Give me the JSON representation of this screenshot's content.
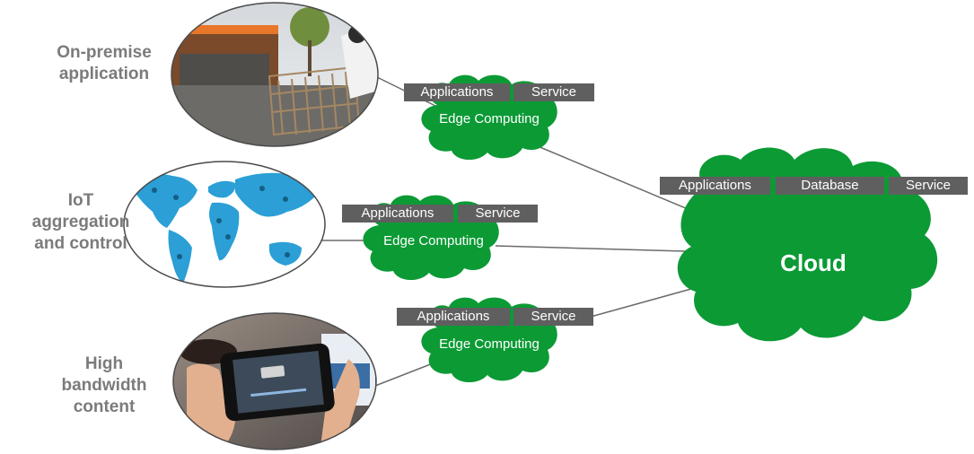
{
  "labels": {
    "onpremise": "On-premise\napplication",
    "iot": "IoT\naggregation\nand control",
    "bandwidth": "High\nbandwidth\ncontent"
  },
  "edge_nodes": [
    {
      "title": "Edge Computing",
      "tags": [
        "Applications",
        "Service"
      ]
    },
    {
      "title": "Edge Computing",
      "tags": [
        "Applications",
        "Service"
      ]
    },
    {
      "title": "Edge Computing",
      "tags": [
        "Applications",
        "Service"
      ]
    }
  ],
  "cloud": {
    "title": "Cloud",
    "tags": [
      "Applications",
      "Database",
      "Service"
    ]
  },
  "colors": {
    "cloud_green": "#0c9a35",
    "tag_gray": "#5f5f5f",
    "label_gray": "#7b7b7b",
    "line_gray": "#6b6b6b"
  },
  "images": {
    "store": "photo of shopping carts in front of a home improvement store",
    "world_map": "world map made of blue technology icons",
    "phone": "hands holding a smartphone playing a video"
  }
}
